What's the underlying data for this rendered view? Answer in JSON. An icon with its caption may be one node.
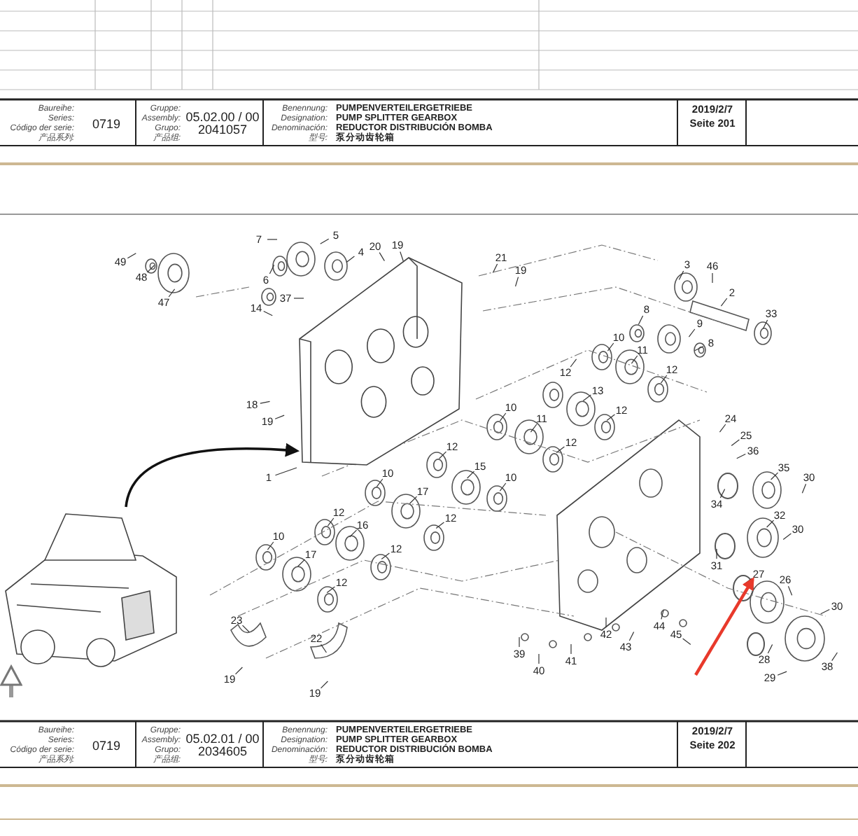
{
  "diagram": {
    "nodes": [
      {
        "text": [],
        "shape": "picture"
      },
      {
        "text": [],
        "shape": "picture"
      },
      {
        "text": [
          "49"
        ]
      },
      {
        "text": [
          "48"
        ]
      },
      {
        "text": [
          "47"
        ]
      },
      {
        "text": [
          "7"
        ]
      },
      {
        "text": [
          "5"
        ]
      },
      {
        "text": [
          "6"
        ]
      },
      {
        "text": [
          "4"
        ]
      },
      {
        "text": [
          "20"
        ]
      },
      {
        "text": [
          "19"
        ]
      },
      {
        "text": [
          "21"
        ]
      },
      {
        "text": [
          "19"
        ]
      },
      {
        "text": [
          "37"
        ]
      },
      {
        "text": [
          "14"
        ]
      },
      {
        "text": [
          "18"
        ]
      },
      {
        "text": [
          "19"
        ]
      },
      {
        "text": [
          "1"
        ]
      },
      {
        "text": [
          "3"
        ]
      },
      {
        "text": [
          "46"
        ]
      },
      {
        "text": [
          "2"
        ]
      },
      {
        "text": [
          "33"
        ]
      },
      {
        "text": [
          "8"
        ]
      },
      {
        "text": [
          "9"
        ]
      },
      {
        "text": [
          "8"
        ]
      },
      {
        "text": [
          "10"
        ]
      },
      {
        "text": [
          "11"
        ]
      },
      {
        "text": [
          "12"
        ]
      },
      {
        "text": [
          "12"
        ]
      },
      {
        "text": [
          "10"
        ]
      },
      {
        "text": [
          "11"
        ]
      },
      {
        "text": [
          "13"
        ]
      },
      {
        "text": [
          "12"
        ]
      },
      {
        "text": [
          "12"
        ]
      },
      {
        "text": [
          "24"
        ]
      },
      {
        "text": [
          "25"
        ]
      },
      {
        "text": [
          "36"
        ]
      },
      {
        "text": [
          "12"
        ]
      },
      {
        "text": [
          "15"
        ]
      },
      {
        "text": [
          "10"
        ]
      },
      {
        "text": [
          "10"
        ]
      },
      {
        "text": [
          "35"
        ]
      },
      {
        "text": [
          "30"
        ]
      },
      {
        "text": [
          "17"
        ]
      },
      {
        "text": [
          "34"
        ]
      },
      {
        "text": [
          "12"
        ]
      },
      {
        "text": [
          "12"
        ]
      },
      {
        "text": [
          "32"
        ]
      },
      {
        "text": [
          "16"
        ]
      },
      {
        "text": [
          "30"
        ]
      },
      {
        "text": [
          "10"
        ]
      },
      {
        "text": [
          "12"
        ]
      },
      {
        "text": [
          "17"
        ]
      },
      {
        "text": [
          "31"
        ]
      },
      {
        "text": [
          "27"
        ]
      },
      {
        "text": [
          "26"
        ]
      },
      {
        "text": [
          "12"
        ]
      },
      {
        "text": [
          "30"
        ]
      },
      {
        "text": [
          "23"
        ]
      },
      {
        "text": [
          "44"
        ]
      },
      {
        "text": [
          "42"
        ]
      },
      {
        "text": [
          "45"
        ]
      },
      {
        "text": [
          "22"
        ]
      },
      {
        "text": [
          "43"
        ]
      },
      {
        "text": [
          "39"
        ]
      },
      {
        "text": [
          "28"
        ]
      },
      {
        "text": [
          "41"
        ]
      },
      {
        "text": [
          "38"
        ]
      },
      {
        "text": [
          "40"
        ]
      },
      {
        "text": [
          "29"
        ]
      },
      {
        "text": [
          "19"
        ]
      },
      {
        "text": [
          "19"
        ]
      }
    ],
    "edges": [
      {
        "from": 0,
        "to": 1,
        "arrow": "to"
      },
      {
        "from": null,
        "to": 0,
        "arrow": "to",
        "style": "thick",
        "color": "#999999"
      },
      {
        "from": 2,
        "to": null,
        "arrow": "none"
      },
      {
        "from": 3,
        "to": null,
        "arrow": "none"
      },
      {
        "from": 4,
        "to": null,
        "arrow": "none"
      },
      {
        "from": 5,
        "to": null,
        "arrow": "none"
      },
      {
        "from": 6,
        "to": null,
        "arrow": "none"
      },
      {
        "from": 7,
        "to": null,
        "arrow": "none"
      },
      {
        "from": 8,
        "to": null,
        "arrow": "none"
      },
      {
        "from": 9,
        "to": null,
        "arrow": "none"
      },
      {
        "from": 10,
        "to": null,
        "arrow": "none"
      },
      {
        "from": 11,
        "to": null,
        "arrow": "none"
      },
      {
        "from": 12,
        "to": null,
        "arrow": "none"
      },
      {
        "from": 13,
        "to": null,
        "arrow": "none"
      },
      {
        "from": 14,
        "to": null,
        "arrow": "none"
      },
      {
        "from": 15,
        "to": null,
        "arrow": "none"
      },
      {
        "from": 16,
        "to": null,
        "arrow": "none"
      },
      {
        "from": 17,
        "to": 1,
        "arrow": "none"
      },
      {
        "from": 18,
        "to": null,
        "arrow": "none"
      },
      {
        "from": 19,
        "to": null,
        "arrow": "none"
      },
      {
        "from": 20,
        "to": null,
        "arrow": "none"
      },
      {
        "from": 21,
        "to": null,
        "arrow": "none"
      },
      {
        "from": 22,
        "to": null,
        "arrow": "none"
      },
      {
        "from": 23,
        "to": null,
        "arrow": "none"
      },
      {
        "from": 24,
        "to": null,
        "arrow": "none"
      },
      {
        "from": 25,
        "to": null,
        "arrow": "none"
      },
      {
        "from": 26,
        "to": null,
        "arrow": "none"
      },
      {
        "from": 27,
        "to": null,
        "arrow": "none"
      },
      {
        "from": 28,
        "to": null,
        "arrow": "none"
      },
      {
        "from": 29,
        "to": null,
        "arrow": "none"
      },
      {
        "from": 30,
        "to": null,
        "arrow": "none"
      },
      {
        "from": 31,
        "to": null,
        "arrow": "none"
      },
      {
        "from": 32,
        "to": null,
        "arrow": "none"
      },
      {
        "from": 33,
        "to": null,
        "arrow": "none"
      },
      {
        "from": 34,
        "to": null,
        "arrow": "none"
      },
      {
        "from": 35,
        "to": null,
        "arrow": "none"
      },
      {
        "from": 36,
        "to": null,
        "arrow": "none"
      },
      {
        "from": 37,
        "to": null,
        "arrow": "none"
      },
      {
        "from": 38,
        "to": null,
        "arrow": "none"
      },
      {
        "from": 39,
        "to": null,
        "arrow": "none"
      },
      {
        "from": 40,
        "to": null,
        "arrow": "none"
      },
      {
        "from": 41,
        "to": null,
        "arrow": "none"
      },
      {
        "from": 42,
        "to": null,
        "arrow": "none"
      },
      {
        "from": 43,
        "to": null,
        "arrow": "none"
      },
      {
        "from": 44,
        "to": null,
        "arrow": "none"
      },
      {
        "from": 45,
        "to": null,
        "arrow": "none"
      },
      {
        "from": 46,
        "to": null,
        "arrow": "none"
      },
      {
        "from": 47,
        "to": null,
        "arrow": "none"
      },
      {
        "from": 48,
        "to": null,
        "arrow": "none"
      },
      {
        "from": 49,
        "to": null,
        "arrow": "none"
      },
      {
        "from": 50,
        "to": null,
        "arrow": "none"
      },
      {
        "from": 51,
        "to": null,
        "arrow": "none"
      },
      {
        "from": 52,
        "to": null,
        "arrow": "none"
      },
      {
        "from": 53,
        "to": null,
        "arrow": "none"
      },
      {
        "from": 54,
        "to": null,
        "arrow": "none"
      },
      {
        "from": 55,
        "to": null,
        "arrow": "none"
      },
      {
        "from": 56,
        "to": null,
        "arrow": "none"
      },
      {
        "from": 57,
        "to": null,
        "arrow": "none"
      },
      {
        "from": 58,
        "to": null,
        "arrow": "none"
      },
      {
        "from": 59,
        "to": null,
        "arrow": "none"
      },
      {
        "from": 60,
        "to": null,
        "arrow": "none"
      },
      {
        "from": 61,
        "to": null,
        "arrow": "none"
      },
      {
        "from": 62,
        "to": null,
        "arrow": "none"
      },
      {
        "from": 63,
        "to": null,
        "arrow": "none"
      },
      {
        "from": 64,
        "to": null,
        "arrow": "none"
      },
      {
        "from": 65,
        "to": null,
        "arrow": "none"
      },
      {
        "from": 66,
        "to": null,
        "arrow": "none"
      },
      {
        "from": 67,
        "to": null,
        "arrow": "none"
      },
      {
        "from": 68,
        "to": null,
        "arrow": "none"
      },
      {
        "from": 69,
        "to": null,
        "arrow": "none"
      },
      {
        "from": 70,
        "to": null,
        "arrow": "none"
      },
      {
        "from": 71,
        "to": null,
        "arrow": "none"
      },
      {
        "from": null,
        "to": 54,
        "arrow": "to",
        "style": "thick",
        "color": "#e8392b"
      }
    ],
    "labels": [
      "Baureihe:",
      "Series:",
      "Código der serie:",
      "产品系列:",
      "0719",
      "Gruppe:",
      "Assembly:",
      "Grupo:",
      "产品组:",
      "05.02.00 / 00",
      "2041057",
      "Benennung:",
      "PUMPENVERTEILERGETRIEBE",
      "Designation:",
      "PUMP SPLITTER GEARBOX",
      "Denominación:",
      "REDUCTOR DISTRIBUCIÓN BOMBA",
      "型号:",
      "泵分动齿轮箱",
      "2019/2/7",
      "Seite 201",
      "Baureihe:",
      "Series:",
      "Código der serie:",
      "产品系列:",
      "0719",
      "Gruppe:",
      "Assembly:",
      "Grupo:",
      "产品组:",
      "05.02.01 / 00",
      "2034605",
      "Benennung:",
      "PUMPENVERTEILERGETRIEBE",
      "Designation:",
      "PUMP SPLITTER GEARBOX",
      "Denominación:",
      "REDUCTOR DISTRIBUCIÓN BOMBA",
      "型号:",
      "泵分动齿轮箱",
      "2019/2/7",
      "Seite 202"
    ]
  }
}
